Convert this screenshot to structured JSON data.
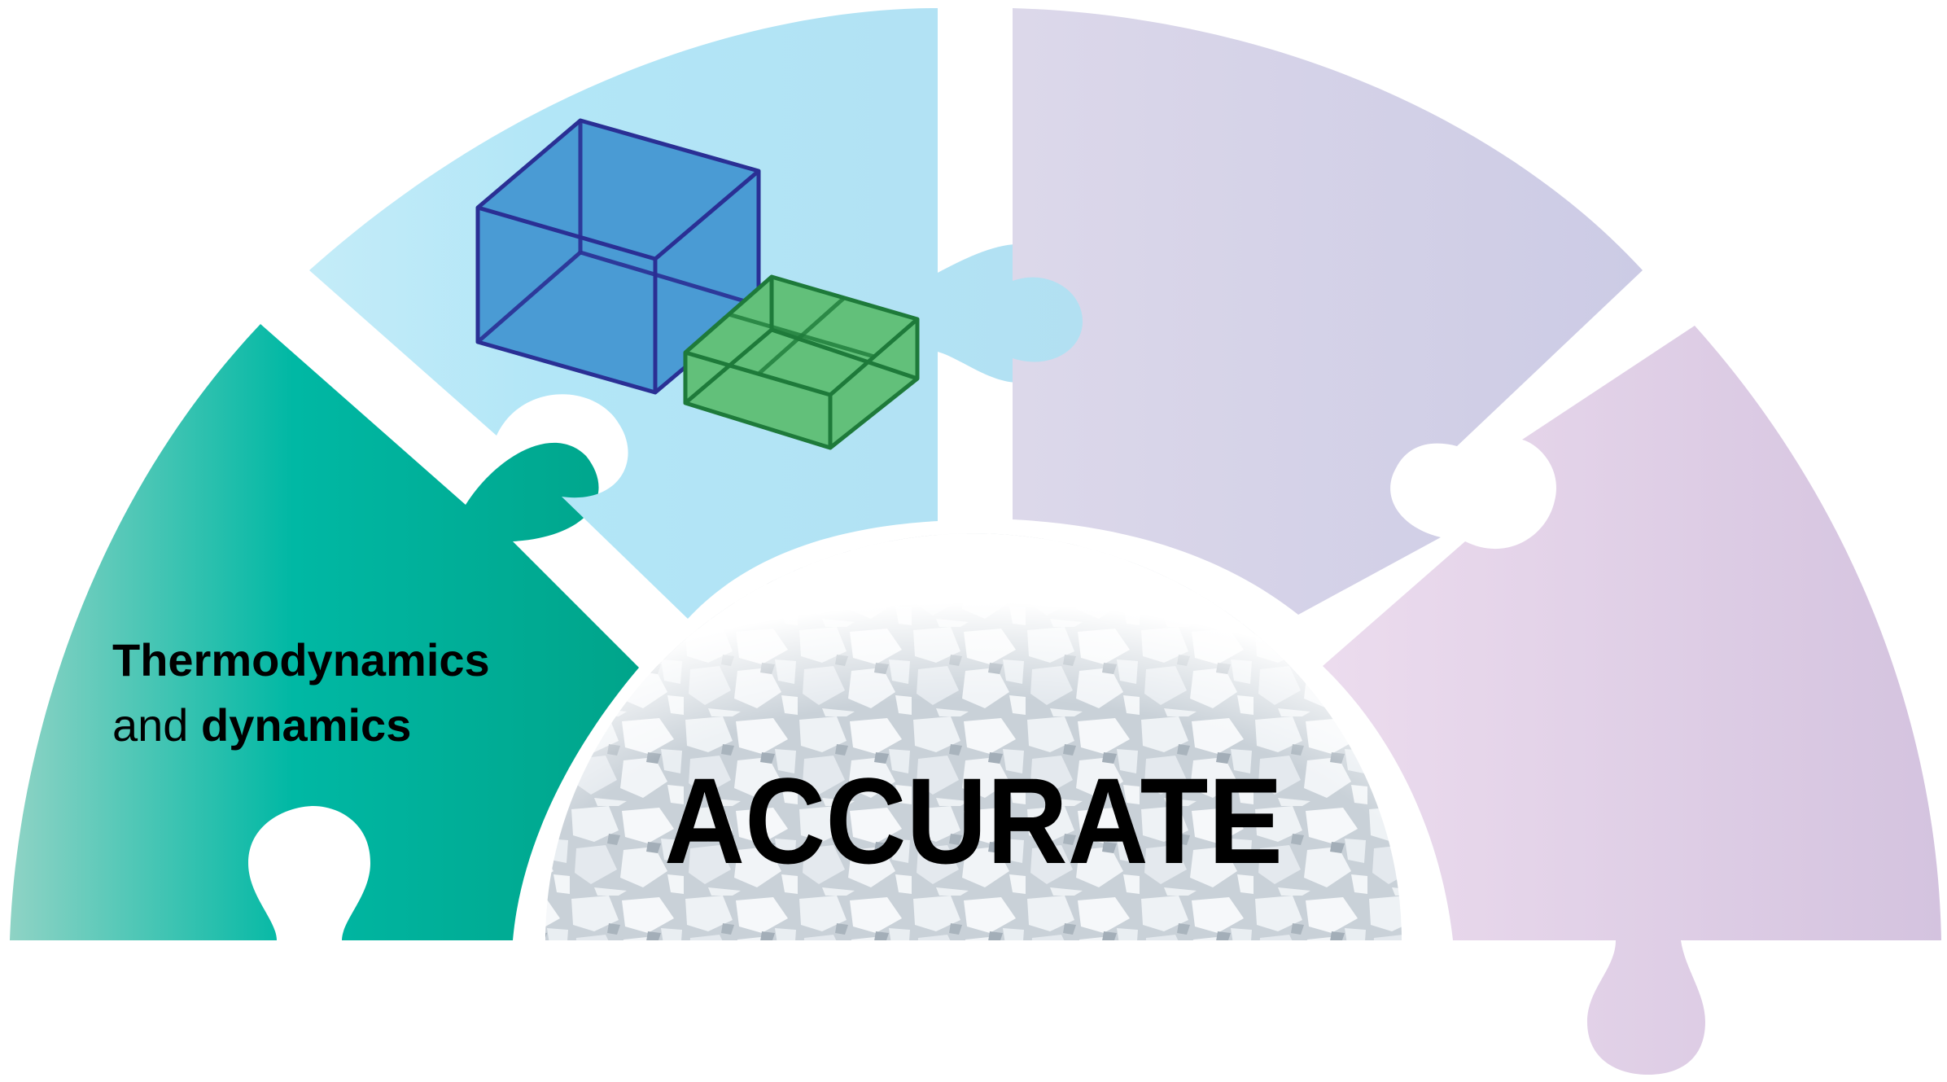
{
  "center": {
    "title": "ACCURATE"
  },
  "left_piece": {
    "line1": "Thermodynamics",
    "line2_prefix": "and ",
    "line2_bold": "dynamics"
  },
  "colors": {
    "teal_dark": "#00a98f",
    "teal_light": "#8fd3c5",
    "sky_blue": "#b2e6f7",
    "lavender_left": "#dcd8ea",
    "lavender_right": "#cfcde6",
    "pink_left": "#e8d6ea",
    "pink_right": "#d6c5e0",
    "cube_blue_fill": "#4a9bd4",
    "cube_blue_edge": "#2a2f94",
    "cube_green_fill": "#62c07a",
    "cube_green_edge": "#1e7a3a",
    "ice_base": "#d9dfe4",
    "text": "#000000"
  },
  "icons": {
    "ice_cube_large": "blue-grid-cube-icon",
    "ice_cube_small": "green-grid-slab-icon"
  }
}
